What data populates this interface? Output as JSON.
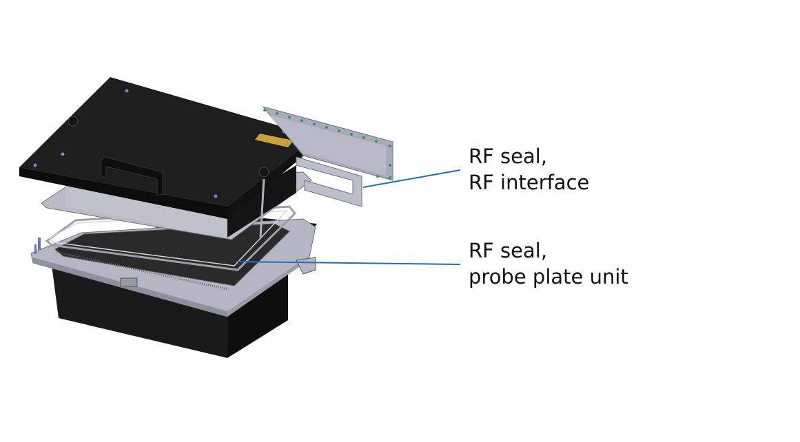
{
  "figure": {
    "subject": "Exploded CAD view of RF shielded test enclosure",
    "callouts": [
      {
        "id": "rf-interface",
        "lines": [
          "RF seal,",
          "RF interface"
        ],
        "line_color": "#1f6fb4"
      },
      {
        "id": "probe-plate",
        "lines": [
          "RF seal,",
          "probe plate unit"
        ],
        "line_color": "#1f6fb4"
      }
    ],
    "colors": {
      "lid": "#1e1e1e",
      "lid_edge": "#0c0c0c",
      "metal": "#b4b6c4",
      "metal_dark": "#8e90a0",
      "base_body": "#161616",
      "warning_label": "#c9a33a",
      "screws": "#6d6fc0",
      "gasket_screws": "#2d8f7e"
    }
  }
}
